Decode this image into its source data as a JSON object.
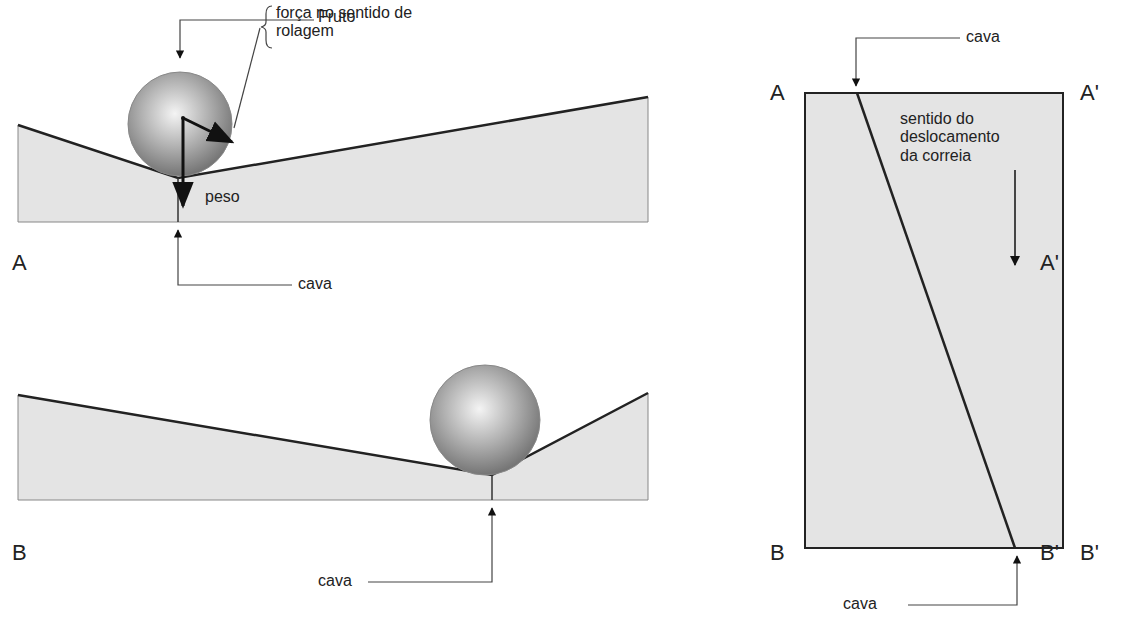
{
  "diagram": {
    "labels": [
      "Fruto",
      "força no sentido de rolagem",
      "peso",
      "A",
      "A'",
      "cava",
      "B",
      "B'",
      "cava",
      "cava",
      "A",
      "A'",
      "sentido do deslocamento da correia",
      "B",
      "B'",
      "cava"
    ]
  }
}
